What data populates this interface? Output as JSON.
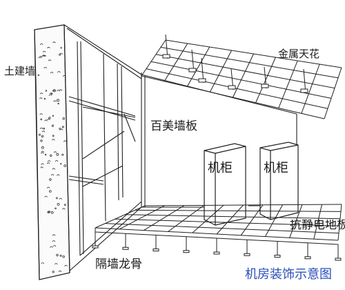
{
  "labels": {
    "civil_wall": "土建墙",
    "metal_ceiling": "金属天花",
    "baimei_wall_panel": "百美墙板",
    "cabinet_left": "机柜",
    "cabinet_right": "机柜",
    "antistatic_floor": "抗静电地板",
    "partition_keel": "隔墙龙骨"
  },
  "caption": "机房装饰示意图",
  "colors": {
    "line": "#1f1f1f",
    "caption": "#2a4fb8",
    "background": "#ffffff"
  }
}
